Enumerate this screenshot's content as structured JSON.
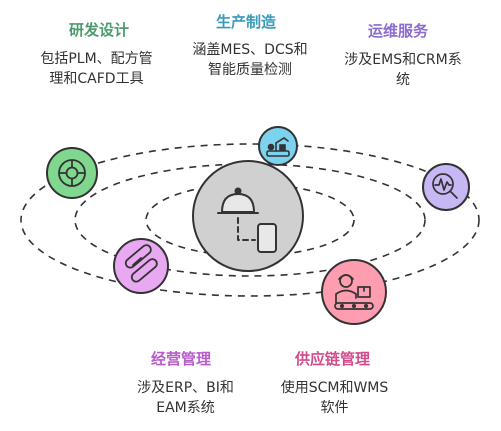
{
  "segments": [
    {
      "id": "rd",
      "title": "研发设计",
      "title_color": "#4c9b6e",
      "desc": [
        "包括PLM、配方管",
        "理和CAFD工具"
      ],
      "node_color": "#7fd88e",
      "icon": "target-icon"
    },
    {
      "id": "mfg",
      "title": "生产制造",
      "title_color": "#3a9bb8",
      "desc": [
        "涵盖MES、DCS和",
        "智能质量检测"
      ],
      "node_color": "#7dd3ee",
      "icon": "robot-arm-icon"
    },
    {
      "id": "ops",
      "title": "运维服务",
      "title_color": "#8b6bcf",
      "desc": [
        "涉及EMS和CRM系",
        "统"
      ],
      "node_color": "#c8b7f5",
      "icon": "waveform-magnifier-icon"
    },
    {
      "id": "biz",
      "title": "经营管理",
      "title_color": "#b85cc9",
      "desc": [
        "涉及ERP、BI和",
        "EAM系统"
      ],
      "node_color": "#e9a8f2",
      "icon": "pills-icon"
    },
    {
      "id": "scm",
      "title": "供应链管理",
      "title_color": "#d24c8b",
      "desc": [
        "使用SCM和WMS",
        "软件"
      ],
      "node_color": "#ff9db0",
      "icon": "worker-conveyor-icon"
    }
  ],
  "center": {
    "node_color": "#d0d0d0",
    "icon": "cloche-phone-icon"
  }
}
